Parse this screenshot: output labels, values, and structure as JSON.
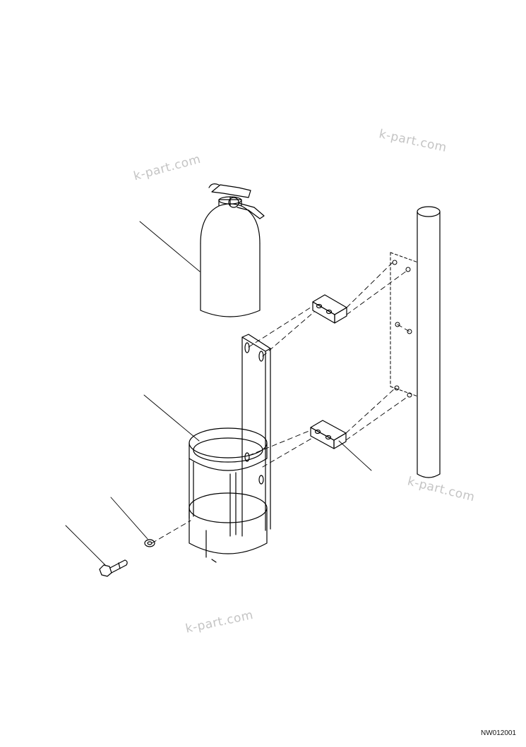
{
  "watermarks": [
    "k-part.com",
    "k-part.com",
    "k-part.com",
    "k-part.com"
  ],
  "drawing_code": "NW012001",
  "parts": [
    {
      "id": "fire-extinguisher"
    },
    {
      "id": "extinguisher-bracket"
    },
    {
      "id": "spacer-block-upper"
    },
    {
      "id": "spacer-block-lower"
    },
    {
      "id": "mounting-plate"
    },
    {
      "id": "vertical-post"
    },
    {
      "id": "washer"
    },
    {
      "id": "bolt"
    }
  ]
}
